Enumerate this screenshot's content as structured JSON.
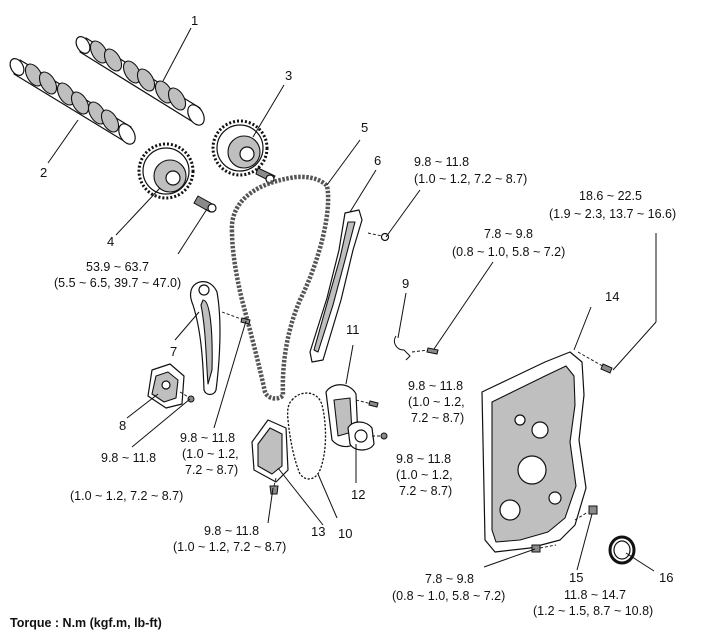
{
  "labels": {
    "n1": "1",
    "n2": "2",
    "n3": "3",
    "n4": "4",
    "n5": "5",
    "n6": "6",
    "n7": "7",
    "n8": "8",
    "n9": "9",
    "n10": "10",
    "n11": "11",
    "n12": "12",
    "n13": "13",
    "n14": "14",
    "n15": "15",
    "n16": "16"
  },
  "torques": {
    "t6_a": "9.8 ~ 11.8",
    "t6_b": "(1.0 ~ 1.2, 7.2 ~ 8.7)",
    "t14_a": "18.6 ~ 22.5",
    "t14_b": "(1.9 ~ 2.3, 13.7 ~ 16.6)",
    "t9_a": "7.8 ~ 9.8",
    "t9_b": "(0.8 ~ 1.0, 5.8 ~ 7.2)",
    "t4_a": "53.9 ~ 63.7",
    "t4_b": "(5.5 ~ 6.5, 39.7 ~ 47.0)",
    "t11_a": "9.8 ~ 11.8",
    "t11_b": "(1.0 ~ 1.2,",
    "t11_c": "7.2 ~ 8.7)",
    "t7_a": "9.8 ~ 11.8",
    "t7_b": "(1.0 ~ 1.2,",
    "t7_c": "7.2 ~ 8.7)",
    "t12_a": "9.8 ~ 11.8",
    "t12_b": "(1.0 ~ 1.2,",
    "t12_c": "7.2 ~ 8.7)",
    "t8_a": "9.8 ~ 11.8",
    "t8_b": "(1.0 ~ 1.2, 7.2 ~ 8.7)",
    "t13_a": "9.8 ~ 11.8",
    "t13_b": "(1.0 ~ 1.2, 7.2 ~ 8.7)",
    "tbot_a": "7.8 ~ 9.8",
    "tbot_b": "(0.8 ~ 1.0, 5.8 ~ 7.2)",
    "t15_a": "11.8 ~ 14.7",
    "t15_b": "(1.2 ~ 1.5, 8.7 ~ 10.8)"
  },
  "footer": {
    "torque_unit": "Torque : N.m (kgf.m, lb-ft)"
  }
}
